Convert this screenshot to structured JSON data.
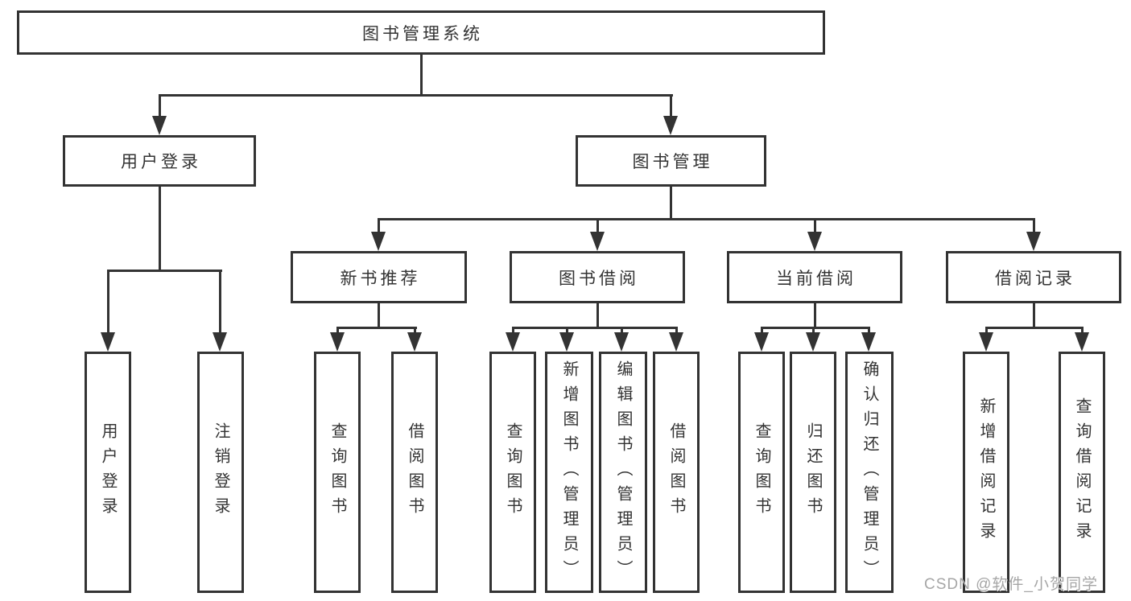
{
  "diagram": {
    "root": {
      "label": "图书管理系统"
    },
    "user_login": {
      "label": "用户登录",
      "children": {
        "login": {
          "label": "用户登录"
        },
        "logout": {
          "label": "注销登录"
        }
      }
    },
    "book_mgmt": {
      "label": "图书管理",
      "children": {
        "new_book_rec": {
          "label": "新书推荐",
          "children": {
            "query": {
              "label": "查询图书"
            },
            "borrow": {
              "label": "借阅图书"
            }
          }
        },
        "book_borrow": {
          "label": "图书借阅",
          "children": {
            "query": {
              "label": "查询图书"
            },
            "add": {
              "label": "新增图书（管理员）"
            },
            "edit": {
              "label": "编辑图书（管理员）"
            },
            "borrow": {
              "label": "借阅图书"
            }
          }
        },
        "current_borrow": {
          "label": "当前借阅",
          "children": {
            "query": {
              "label": "查询图书"
            },
            "return": {
              "label": "归还图书"
            },
            "confirm": {
              "label": "确认归还（管理员）"
            }
          }
        },
        "borrow_records": {
          "label": "借阅记录",
          "children": {
            "add": {
              "label": "新增借阅记录"
            },
            "query": {
              "label": "查询借阅记录"
            }
          }
        }
      }
    }
  },
  "watermark": {
    "text": "CSDN @软件_小贺同学"
  },
  "colors": {
    "line": "#333333",
    "box_border": "#333333",
    "text": "#333333",
    "watermark": "#a6a6a6",
    "background": "#ffffff"
  }
}
